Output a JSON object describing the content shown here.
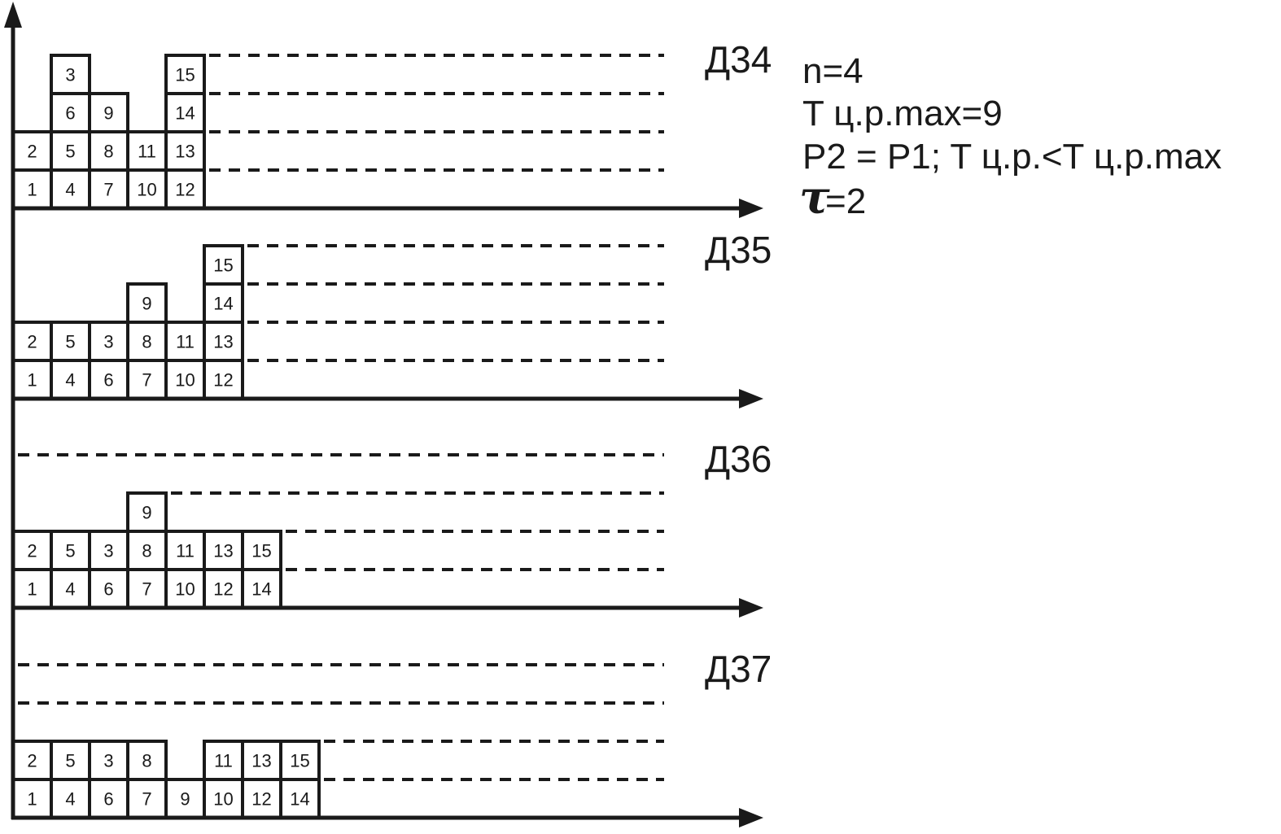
{
  "info": {
    "line1": "n=4",
    "line2": "T ц.р.max=9",
    "line3": "P2 = P1;  T ц.р.<T ц.р.max",
    "tau_symbol": "τ",
    "tau_value": "=2"
  },
  "diagrams": [
    {
      "label": "Д34",
      "columns": [
        [
          "1",
          "2"
        ],
        [
          "4",
          "5",
          "6",
          "3"
        ],
        [
          "7",
          "8",
          "9"
        ],
        [
          "10",
          "11"
        ],
        [
          "12",
          "13",
          "14",
          "15"
        ]
      ]
    },
    {
      "label": "Д35",
      "columns": [
        [
          "1",
          "2"
        ],
        [
          "4",
          "5"
        ],
        [
          "6",
          "3"
        ],
        [
          "7",
          "8",
          "9"
        ],
        [
          "10",
          "11"
        ],
        [
          "12",
          "13",
          "14",
          "15"
        ]
      ]
    },
    {
      "label": "Д36",
      "columns": [
        [
          "1",
          "2"
        ],
        [
          "4",
          "5"
        ],
        [
          "6",
          "3"
        ],
        [
          "7",
          "8",
          "9"
        ],
        [
          "10",
          "11"
        ],
        [
          "12",
          "13"
        ],
        [
          "14",
          "15"
        ]
      ]
    },
    {
      "label": "Д37",
      "columns": [
        [
          "1",
          "2"
        ],
        [
          "4",
          "5"
        ],
        [
          "6",
          "3"
        ],
        [
          "7",
          "8"
        ],
        [
          "9"
        ],
        [
          "10",
          "11"
        ],
        [
          "12",
          "13"
        ],
        [
          "14",
          "15"
        ]
      ]
    }
  ],
  "colors": {
    "ink": "#1a1a1a"
  }
}
